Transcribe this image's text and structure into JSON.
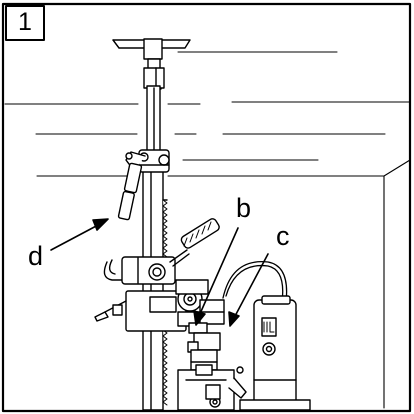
{
  "step_number": "1",
  "callouts": {
    "b": "b",
    "c": "c",
    "d": "d"
  }
}
